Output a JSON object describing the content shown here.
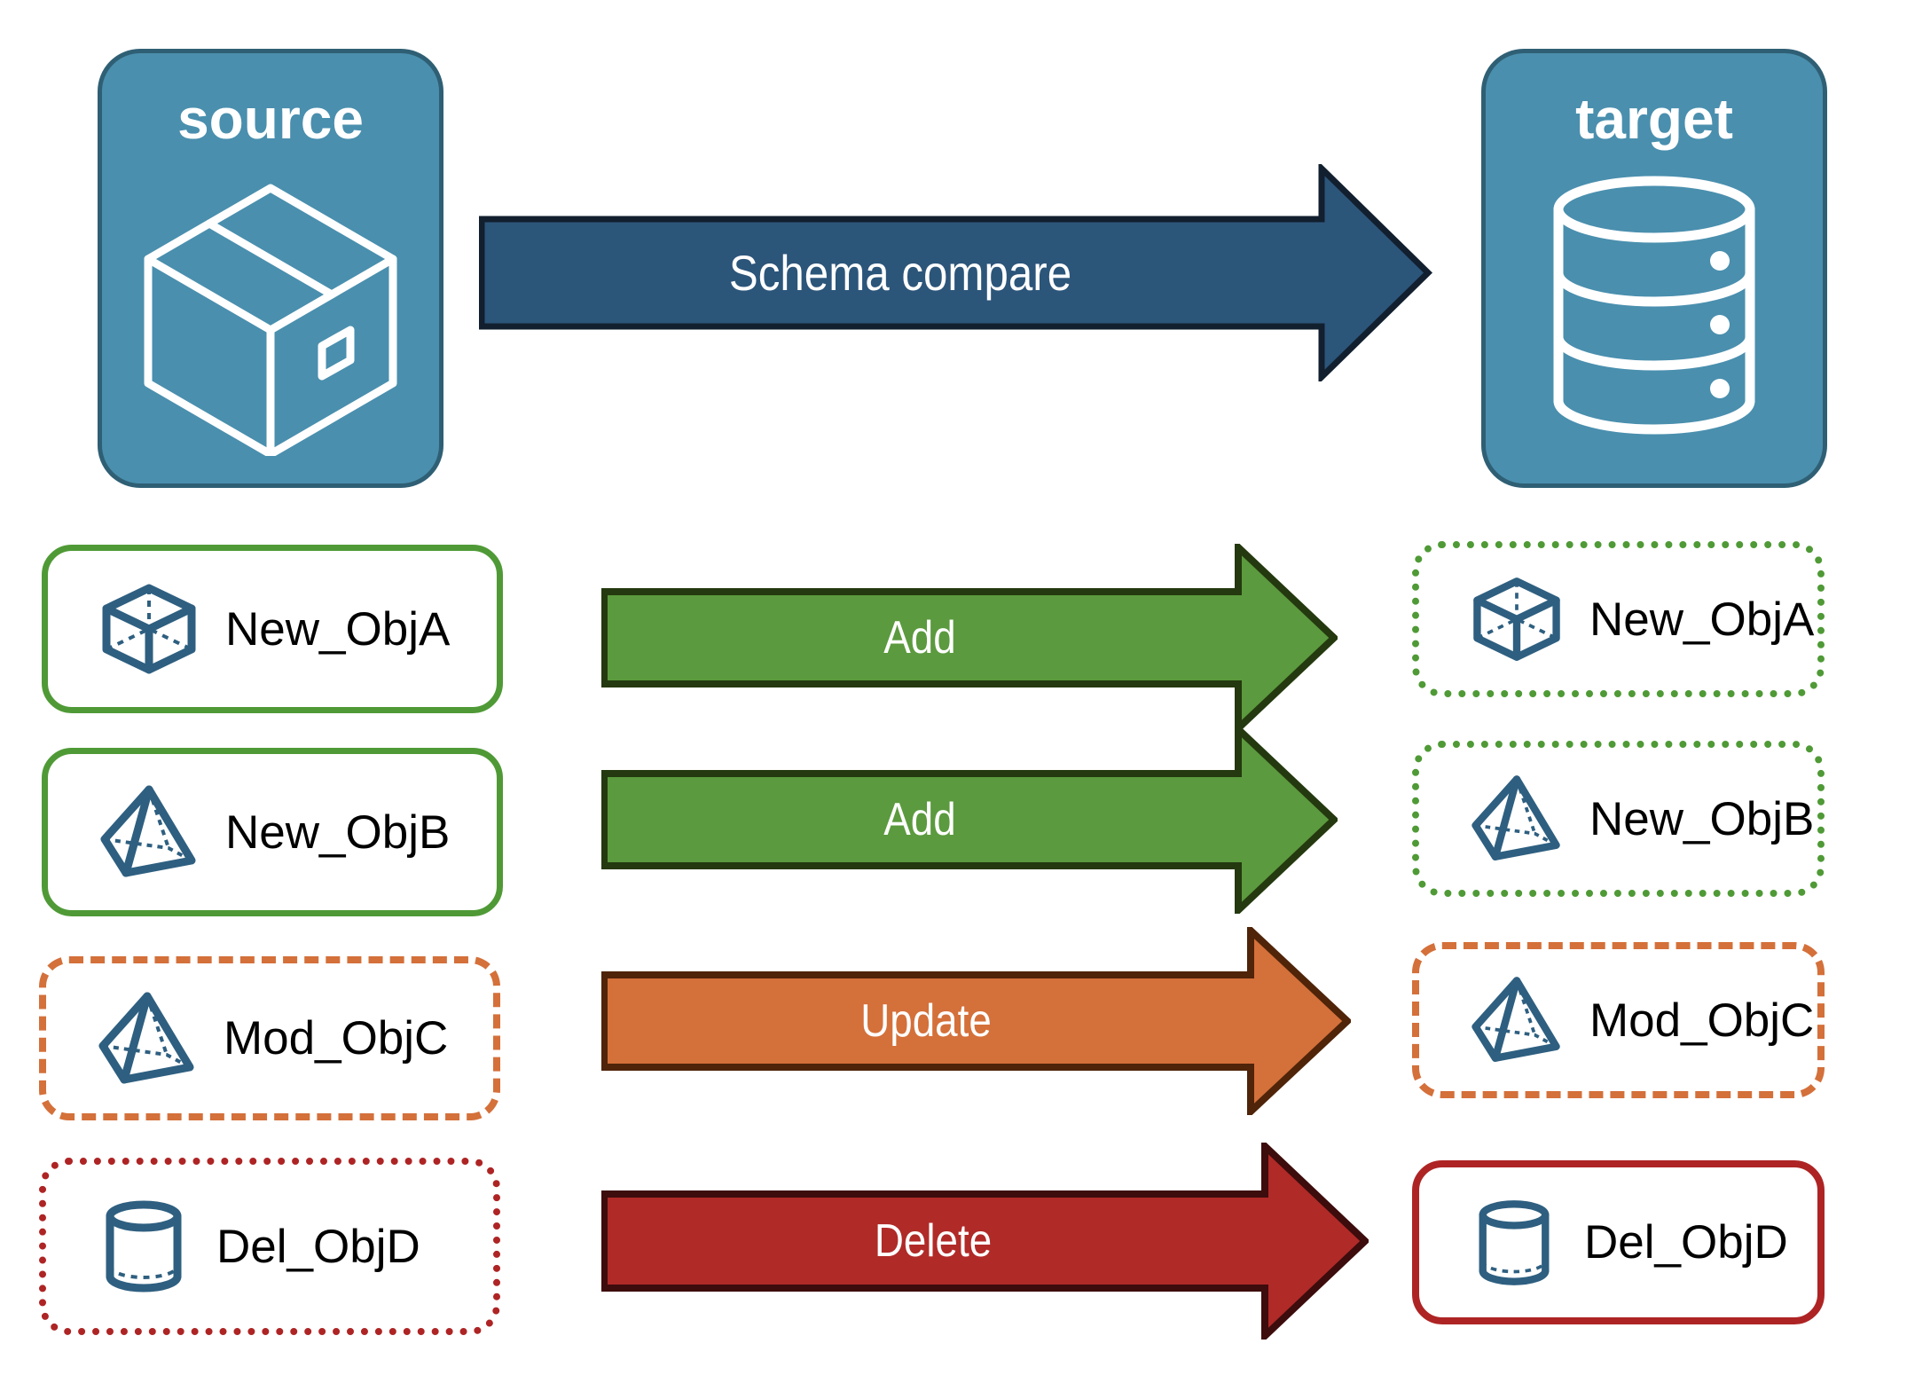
{
  "diagram": {
    "title": "Schema compare source to target",
    "endpoints": [
      {
        "id": "source",
        "label": "source",
        "icon": "package-box-icon"
      },
      {
        "id": "target",
        "label": "target",
        "icon": "database-cylinder-icon"
      }
    ],
    "main_arrow": {
      "label": "Schema compare",
      "fill": "#2c557a",
      "stroke": "#121f2e"
    },
    "rows": [
      {
        "action": "Add",
        "arrow_fill": "#5b9a3e",
        "arrow_stroke": "#24390f",
        "source": {
          "label": "New_ObjA",
          "icon": "wireframe-cube-icon",
          "border_style": "solid",
          "border_color": "#4f9a36"
        },
        "target": {
          "label": "New_ObjA",
          "icon": "wireframe-cube-icon",
          "border_style": "dotted",
          "border_color": "#4f9a36"
        }
      },
      {
        "action": "Add",
        "arrow_fill": "#5b9a3e",
        "arrow_stroke": "#24390f",
        "source": {
          "label": "New_ObjB",
          "icon": "wireframe-pyramid-icon",
          "border_style": "solid",
          "border_color": "#4f9a36"
        },
        "target": {
          "label": "New_ObjB",
          "icon": "wireframe-pyramid-icon",
          "border_style": "dotted",
          "border_color": "#4f9a36"
        }
      },
      {
        "action": "Update",
        "arrow_fill": "#d4703a",
        "arrow_stroke": "#4f2409",
        "source": {
          "label": "Mod_ObjC",
          "icon": "wireframe-pyramid-icon",
          "border_style": "dashed",
          "border_color": "#d4703a"
        },
        "target": {
          "label": "Mod_ObjC",
          "icon": "wireframe-pyramid-icon",
          "border_style": "dashed",
          "border_color": "#d4703a"
        }
      },
      {
        "action": "Delete",
        "arrow_fill": "#b02a28",
        "arrow_stroke": "#3d0c0c",
        "source": {
          "label": "Del_ObjD",
          "icon": "wireframe-cylinder-icon",
          "border_style": "dotted",
          "border_color": "#ae2424"
        },
        "target": {
          "label": "Del_ObjD",
          "icon": "wireframe-cylinder-icon",
          "border_style": "solid",
          "border_color": "#ae2424"
        }
      }
    ],
    "colors": {
      "panel_fill": "#4a8fae",
      "panel_stroke": "#2f5f74",
      "icon_stroke": "#2e5f80",
      "green": "#4f9a36",
      "orange": "#d4703a",
      "red": "#ae2424",
      "navy": "#2c557a",
      "background": "#ffffff"
    }
  }
}
